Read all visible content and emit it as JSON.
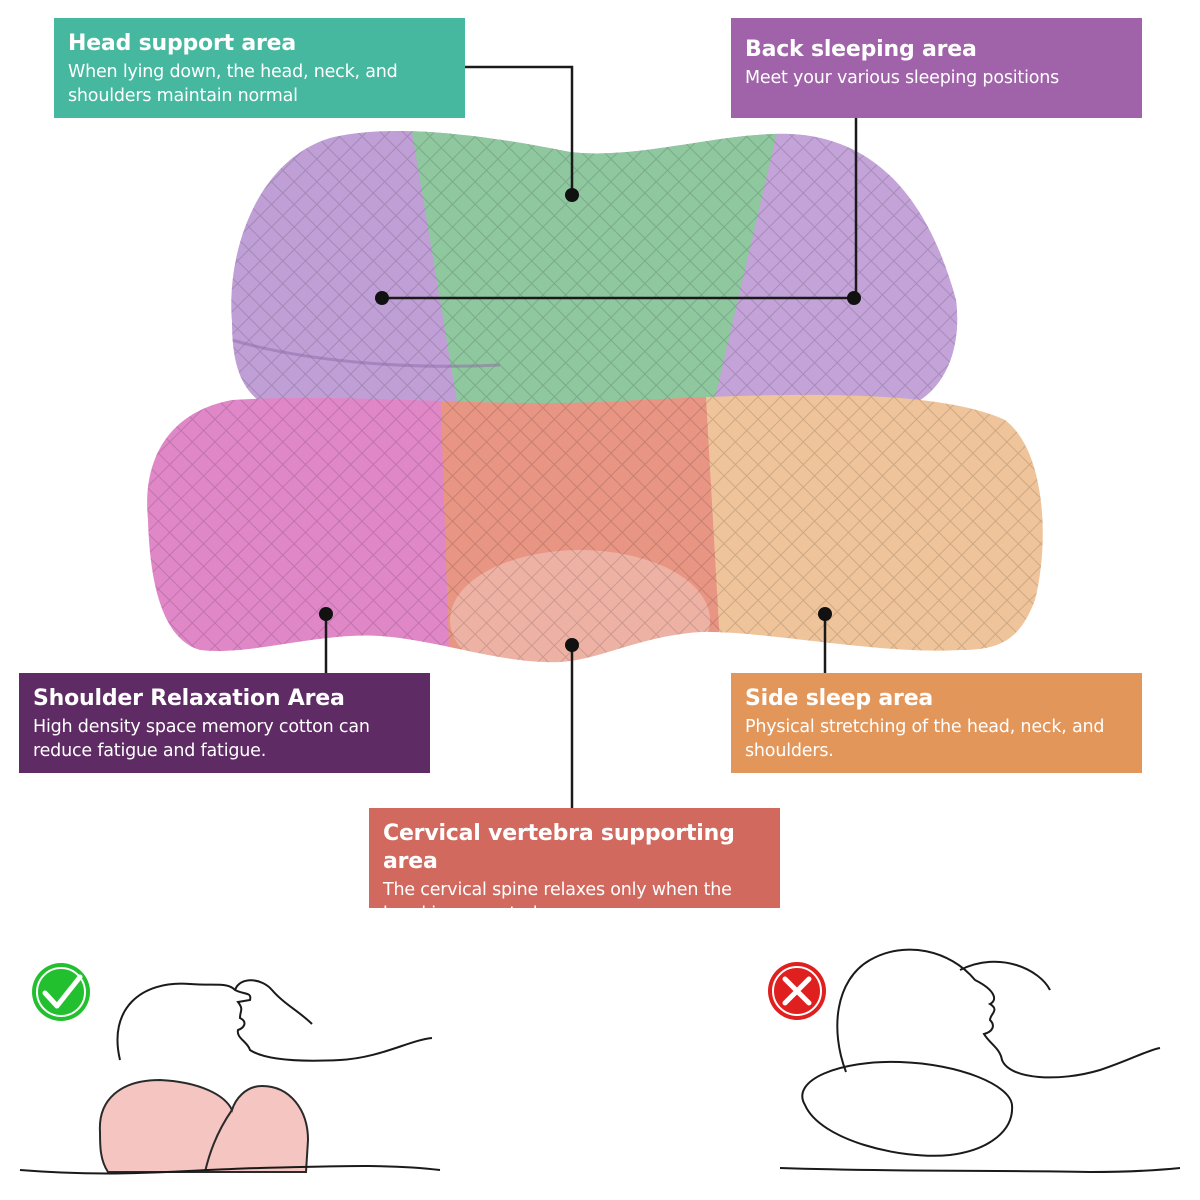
{
  "colors": {
    "head": "#46b89f",
    "back": "#a062a9",
    "shoulder": "#5f2b64",
    "side": "#e3965a",
    "cervical": "#d1695f",
    "pillow_purple": "#bf9fd5",
    "pillow_green": "#8fc79f",
    "pillow_pink": "#e087c7",
    "pillow_salmon": "#e89583",
    "pillow_peach": "#efc49a",
    "good_mark": "#22c02e",
    "bad_mark": "#e01f1f"
  },
  "callouts": {
    "head": {
      "title": "Head support area",
      "desc": "When lying down, the head, neck, and shoulders maintain normal"
    },
    "back": {
      "title": "Back sleeping area",
      "desc": "Meet your various sleeping positions"
    },
    "shoulder": {
      "title": "Shoulder Relaxation Area",
      "desc": "High density space memory cotton can reduce fatigue and fatigue."
    },
    "side": {
      "title": "Side sleep area",
      "desc": "Physical stretching of the head, neck, and shoulders."
    },
    "cervical": {
      "title": "Cervical vertebra supporting area",
      "desc": "The cervical spine relaxes only when the head is supported."
    }
  },
  "comparison": {
    "good": {
      "icon": "check-icon"
    },
    "bad": {
      "icon": "cross-icon"
    }
  }
}
